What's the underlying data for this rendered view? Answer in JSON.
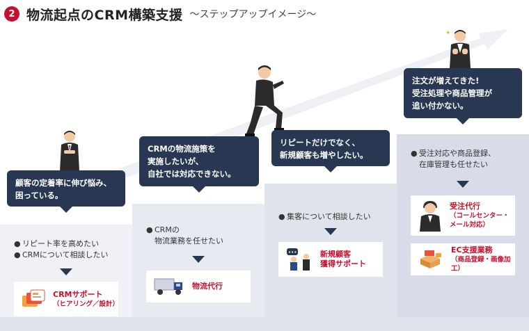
{
  "header": {
    "number": "2",
    "title": "物流起点のCRM構築支援",
    "subtitle": "〜ステップアップイメージ〜"
  },
  "steps": [
    {
      "bubble": [
        "顧客の定着率に伸び悩み、",
        "困っている。"
      ],
      "needs": [
        "リピート率を高めたい",
        "CRMについて相談したい"
      ],
      "services": [
        {
          "main": "CRMサポート",
          "sub": "（ヒアリング／設計）",
          "icon": "crm-cards-icon"
        }
      ]
    },
    {
      "bubble": [
        "CRMの物流施策を",
        "実施したいが、",
        "自社では対応できない。"
      ],
      "needs": [
        "CRMの",
        "物流業務を任せたい"
      ],
      "services": [
        {
          "main": "物流代行",
          "sub": "",
          "icon": "truck-icon"
        }
      ]
    },
    {
      "bubble": [
        "リピートだけでなく、",
        "新規顧客も増やしたい。"
      ],
      "needs": [
        "集客について相談したい"
      ],
      "services": [
        {
          "main": "新規顧客",
          "sub": "獲得サポート",
          "icon": "meeting-icon"
        }
      ]
    },
    {
      "bubble": [
        "注文が増えてきた!",
        "受注処理や商品管理が",
        "追い付かない。"
      ],
      "needs": [
        "受注対応や商品登録、",
        "在庫管理も任せたい"
      ],
      "services": [
        {
          "main": "受注代行",
          "sub": "（コールセンター・",
          "sub2": "メール対応）",
          "icon": "headset-operator-icon"
        },
        {
          "main": "EC支援業務",
          "sub": "（商品登録・画像加工）",
          "icon": "parcels-icon"
        }
      ]
    }
  ],
  "colors": {
    "accent": "#c8102e",
    "bubble": "#283852",
    "step_bg": [
      "#eff1f6",
      "#e7eaf1",
      "#dfe3ec",
      "#d7dce8"
    ],
    "growth_arrow": "#eef0f5"
  }
}
